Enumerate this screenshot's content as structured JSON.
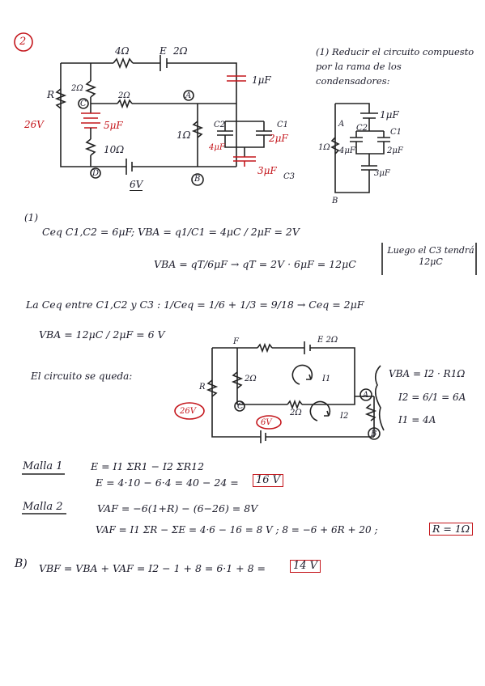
{
  "problem": {
    "number": "2",
    "circuit1_labels": {
      "r_top": "4Ω",
      "emf_top": "E",
      "r_emf_top": "2Ω",
      "r_left": "R",
      "r_left_small": "2Ω",
      "node_c": "C",
      "r_mid": "2Ω",
      "node_a": "A",
      "cap_top": "1μF",
      "emf_left": "26V",
      "cap_left": "5μF",
      "r_10": "10Ω",
      "r_1": "1Ω",
      "c2": "C2",
      "c1": "C1",
      "c2_val": "4μF",
      "c1_val": "2μF",
      "c3_val": "3μF",
      "c3": "C3",
      "node_d": "D",
      "node_b": "B",
      "emf_bottom": "6V"
    },
    "part1_note": "(1) Reducir el circuito compuesto por la rama de los condensadores:",
    "circuit2_labels": {
      "a": "A",
      "cap_top": "1μF",
      "c2": "C2",
      "c1": "C1",
      "r": "1Ω",
      "c2_val": "4μF",
      "c1_val": "2μF",
      "c3_val": "3μF",
      "b": "B"
    }
  },
  "solution": {
    "marker_1": "(1)",
    "line1a": "Ceq C1,C2 = 6μF",
    "line1b": "; VBA = q1/C1 = 4μC / 2μF = 2V",
    "line2": "VBA = qT/6μF → qT = 2V · 6μF = 12μC",
    "note": "Luego el C3 tendrá 12μC",
    "line3": "La Ceq entre C1,C2 y C3 : 1/Ceq = 1/6 + 1/3 = 9/18 → Ceq = 2μF",
    "line4": "VBA = 12μC / 2μF = 6 V",
    "circuit_remains": "El circuito se queda:",
    "circuit3_labels": {
      "f": "F",
      "e2": "E 2Ω",
      "r": "R",
      "r2a": "2Ω",
      "i1": "I1",
      "v26": "26V",
      "c": "C",
      "r2b": "2Ω",
      "i2": "I2",
      "a": "A",
      "v6": "6V",
      "b": "B"
    },
    "eq1": "VBA = I2 · R1Ω",
    "eq2": "I2 = 6/1 = 6A",
    "eq3": "I1 = 4A",
    "malla1_label": "Malla 1",
    "malla1_eq1": "E = I1 ΣR1 − I2 ΣR12",
    "malla1_eq2": "E = 4·10 − 6·4 = 40 − 24 =",
    "malla1_result": "16 V",
    "malla2_label": "Malla 2",
    "malla2_eq1": "VAF = −6(1+R) − (6−26) = 8V",
    "malla2_eq2": "VAF = I1 ΣR − ΣE = 4·6 − 16 = 8 V ; 8 = −6 + 6R + 20 ;",
    "malla2_result": "R = 1Ω",
    "partB_label": "B)",
    "partB_eq": "VBF = VBA + VAF = I2 − 1 + 8 = 6·1 + 8 =",
    "partB_result": "14 V"
  },
  "colors": {
    "ink": "#1b1b2a",
    "red": "#c4161c"
  }
}
